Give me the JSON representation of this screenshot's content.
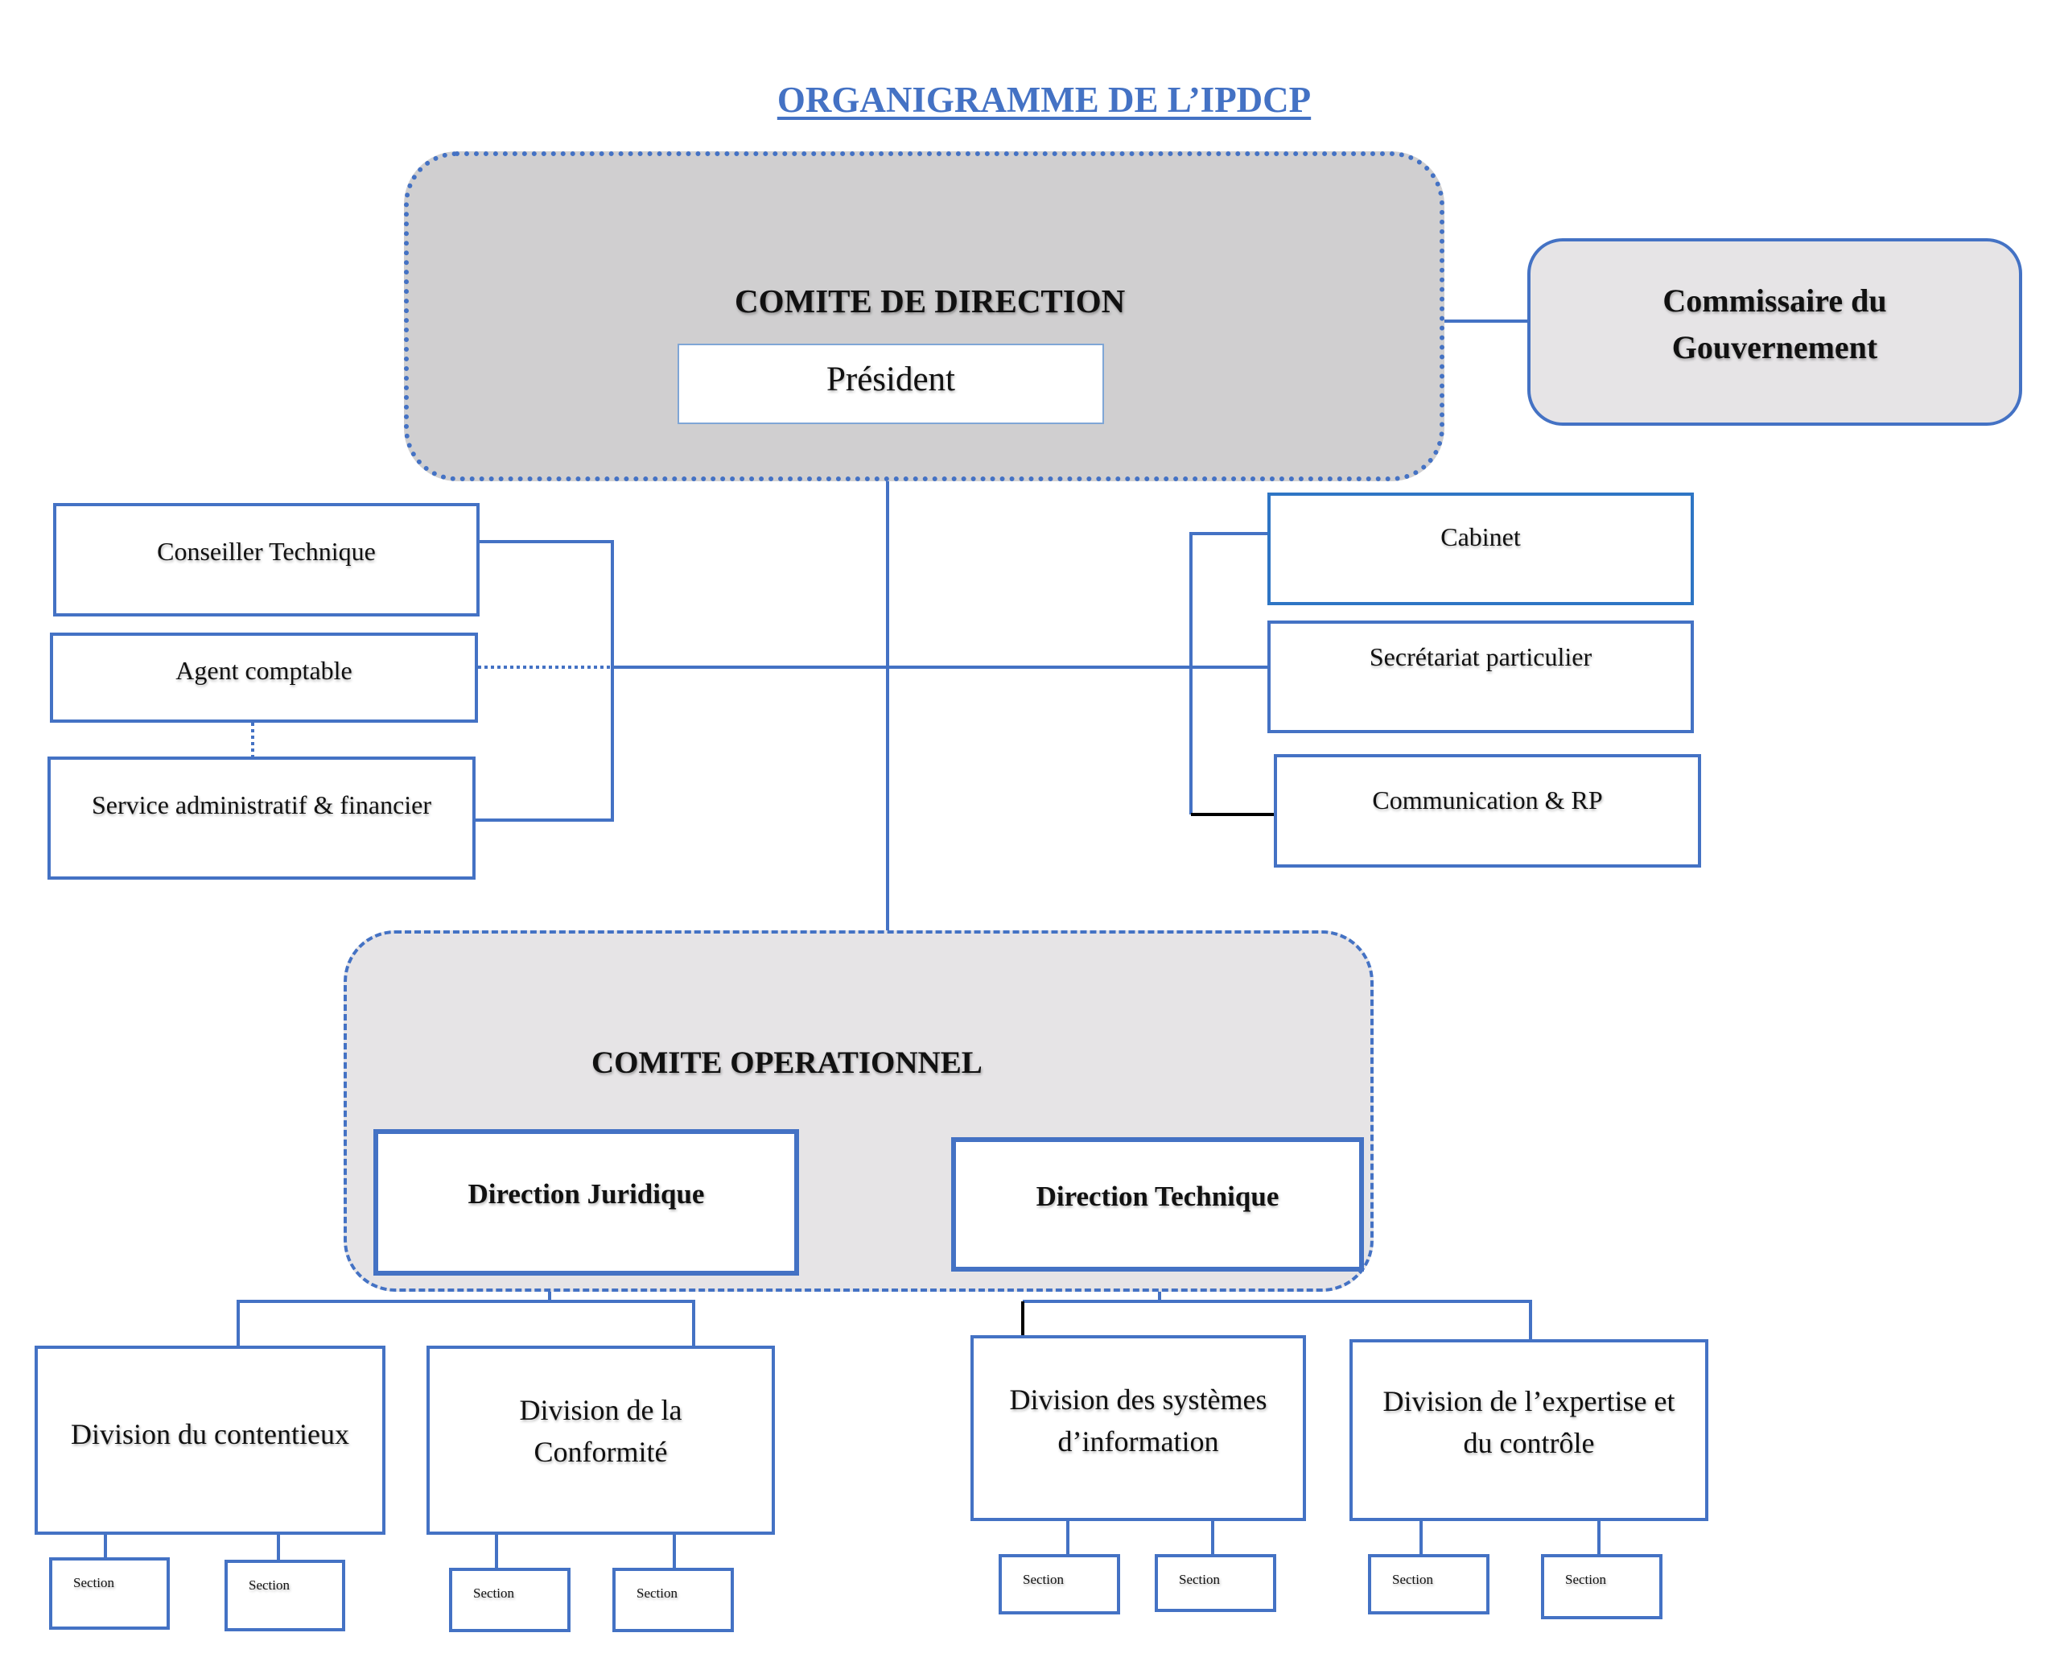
{
  "title": "ORGANIGRAMME DE L’IPDCP",
  "colors": {
    "accent_blue": "#4472C4",
    "direction_fill": "#D0CFD0",
    "operational_fill": "#E6E4E6",
    "commissaire_fill": "#E6E4E6",
    "connector_black": "#000000"
  },
  "comite_direction": {
    "label": "COMITE DE DIRECTION",
    "president": "Président"
  },
  "commissaire": {
    "line1": "Commissaire du",
    "line2": "Gouvernement"
  },
  "left_units": [
    {
      "label": "Conseiller Technique"
    },
    {
      "label": "Agent comptable"
    },
    {
      "label": "Service administratif & financier"
    }
  ],
  "right_units": [
    {
      "label": "Cabinet"
    },
    {
      "label": "Secrétariat particulier"
    },
    {
      "label": "Communication & RP"
    }
  ],
  "comite_operationnel": {
    "label": "COMITE OPERATIONNEL",
    "directions": [
      {
        "label": "Direction Juridique",
        "divisions": [
          {
            "line1": "Division du contentieux",
            "line2": "",
            "sections": [
              "Section",
              "Section"
            ]
          },
          {
            "line1": "Division de la",
            "line2": "Conformité",
            "sections": [
              "Section",
              "Section"
            ]
          }
        ]
      },
      {
        "label": "Direction Technique",
        "divisions": [
          {
            "line1": "Division des systèmes",
            "line2": "d’information",
            "sections": [
              "Section",
              "Section"
            ]
          },
          {
            "line1": "Division de l’expertise et",
            "line2": "du contrôle",
            "sections": [
              "Section",
              "Section"
            ]
          }
        ]
      }
    ]
  }
}
